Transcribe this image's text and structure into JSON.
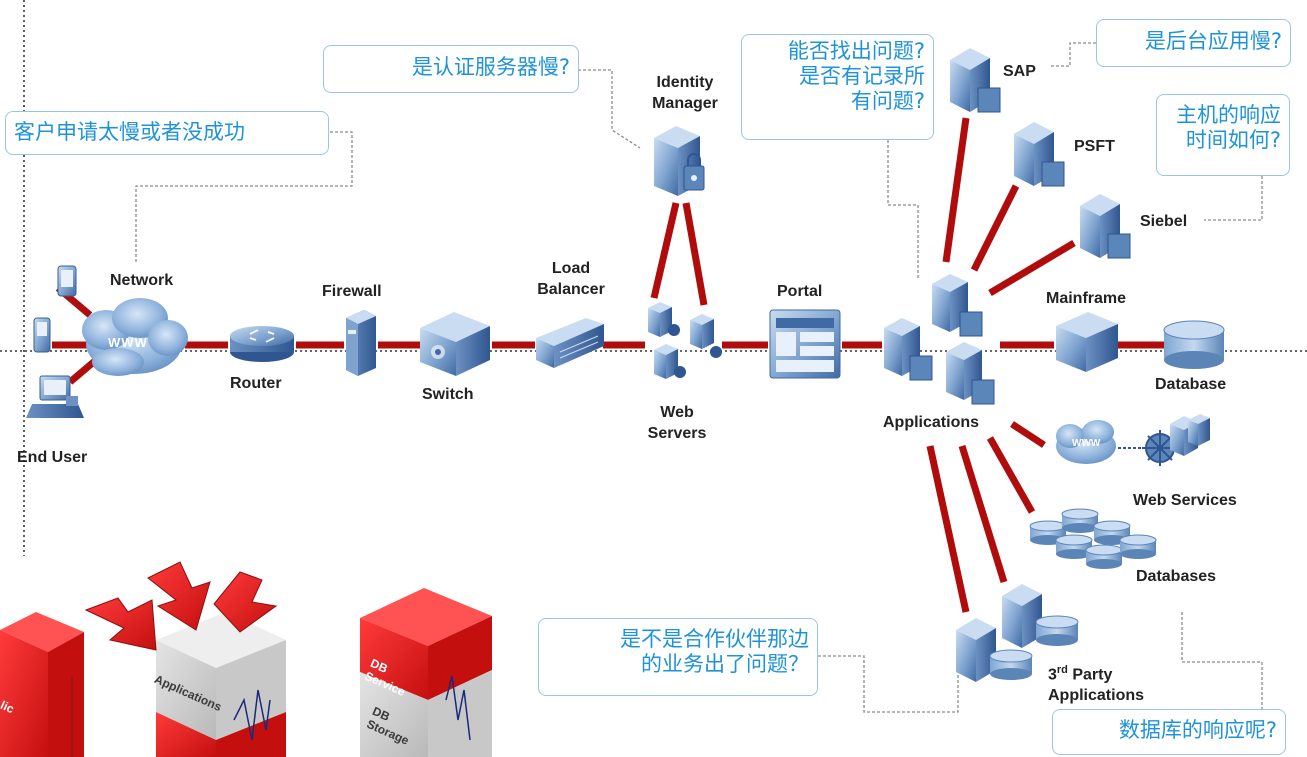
{
  "nodes": {
    "end_user": "End User",
    "network": "Network",
    "www": "WWW",
    "router": "Router",
    "firewall": "Firewall",
    "switch": "Switch",
    "load_balancer": [
      "Load",
      "Balancer"
    ],
    "identity_manager": [
      "Identity",
      "Manager"
    ],
    "web_servers": [
      "Web",
      "Servers"
    ],
    "portal": "Portal",
    "applications": "Applications",
    "sap": "SAP",
    "psft": "PSFT",
    "siebel": "Siebel",
    "mainframe": "Mainframe",
    "database": "Database",
    "web_services": "Web Services",
    "web_services_www": "WWW",
    "databases": "Databases",
    "third_party": {
      "prefix": "3",
      "sup": "rd",
      "line1_rest": " Party",
      "line2": "Applications"
    }
  },
  "callouts": {
    "customer": "客户申请太慢或者没成功",
    "auth": "是认证服务器慢?",
    "find_issue": [
      "能否找出问题?",
      "是否有记录所",
      "有问题?"
    ],
    "backend": "是后台应用慢?",
    "host": [
      "主机的响应",
      "时间如何?"
    ],
    "partner": [
      "是不是合作伙伴那边",
      "的业务出了问题？"
    ],
    "db_response": "数据库的响应呢?"
  },
  "stack_labels": {
    "applications": "Applications",
    "db_service": [
      "DB",
      "Service"
    ],
    "db_storage": [
      "DB",
      "Storage"
    ],
    "left_partial": "lic"
  },
  "colors": {
    "link_red": "#b00c0c",
    "callout_text": "#1f93d9",
    "callout_border": "#9cc3ea",
    "server_blue": "#5b86ba",
    "stack_red": "#e11b1b"
  }
}
